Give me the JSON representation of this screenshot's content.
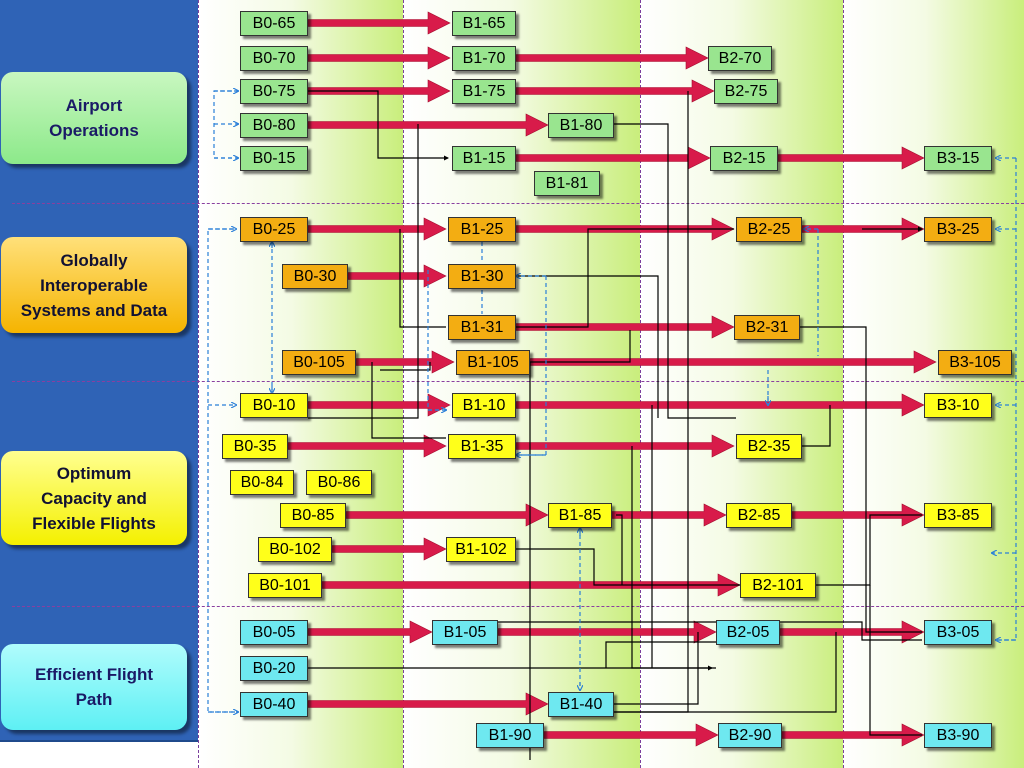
{
  "categories": [
    {
      "id": "airport",
      "label": "Airport\nOperations"
    },
    {
      "id": "global",
      "label": "Globally\nInteroperable\nSystems and Data"
    },
    {
      "id": "optimum",
      "label": "Optimum\nCapacity and\nFlexible Flights"
    },
    {
      "id": "efficient",
      "label": "Efficient Flight\nPath"
    }
  ],
  "modules": {
    "b0_65": "B0-65",
    "b1_65": "B1-65",
    "b0_70": "B0-70",
    "b1_70": "B1-70",
    "b2_70": "B2-70",
    "b0_75": "B0-75",
    "b1_75": "B1-75",
    "b2_75": "B2-75",
    "b0_80": "B0-80",
    "b1_80": "B1-80",
    "b0_15": "B0-15",
    "b1_15": "B1-15",
    "b2_15": "B2-15",
    "b3_15": "B3-15",
    "b1_81": "B1-81",
    "b0_25": "B0-25",
    "b1_25": "B1-25",
    "b2_25": "B2-25",
    "b3_25": "B3-25",
    "b0_30": "B0-30",
    "b1_30": "B1-30",
    "b1_31": "B1-31",
    "b2_31": "B2-31",
    "b0_105": "B0-105",
    "b1_105": "B1-105",
    "b3_105": "B3-105",
    "b0_10": "B0-10",
    "b1_10": "B1-10",
    "b3_10": "B3-10",
    "b0_35": "B0-35",
    "b1_35": "B1-35",
    "b2_35": "B2-35",
    "b0_84": "B0-84",
    "b0_86": "B0-86",
    "b0_85": "B0-85",
    "b1_85": "B1-85",
    "b2_85": "B2-85",
    "b3_85": "B3-85",
    "b0_102": "B0-102",
    "b1_102": "B1-102",
    "b0_101": "B0-101",
    "b2_101": "B2-101",
    "b0_05": "B0-05",
    "b1_05": "B1-05",
    "b2_05": "B2-05",
    "b3_05": "B3-05",
    "b0_20": "B0-20",
    "b0_40": "B0-40",
    "b1_40": "B1-40",
    "b1_90": "B1-90",
    "b2_90": "B2-90",
    "b3_90": "B3-90"
  },
  "colors": {
    "sidebar": "#2f63b6",
    "evolution_arrow": "#d81b4a",
    "dependency_line": "#000000",
    "cross_link": "#2a7fd8",
    "airport": "#99e58f",
    "global": "#f3ad12",
    "optimum": "#ffff1a",
    "efficient": "#6ee8f0"
  }
}
